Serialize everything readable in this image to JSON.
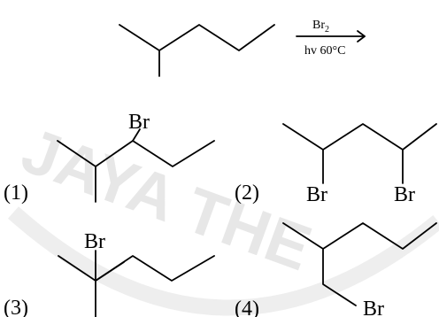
{
  "watermark": {
    "text": "JAYA THE",
    "color": "#bdbdbd"
  },
  "reaction": {
    "reagent_top": "Br",
    "reagent_top_sub": "2",
    "reagent_bottom": "hv 60°C"
  },
  "options": [
    {
      "number": "(1)",
      "br_labels": [
        "Br"
      ]
    },
    {
      "number": "(2)",
      "br_labels": [
        "Br",
        "Br"
      ]
    },
    {
      "number": "(3)",
      "br_labels": [
        "Br"
      ]
    },
    {
      "number": "(4)",
      "br_labels": [
        "Br"
      ]
    }
  ]
}
